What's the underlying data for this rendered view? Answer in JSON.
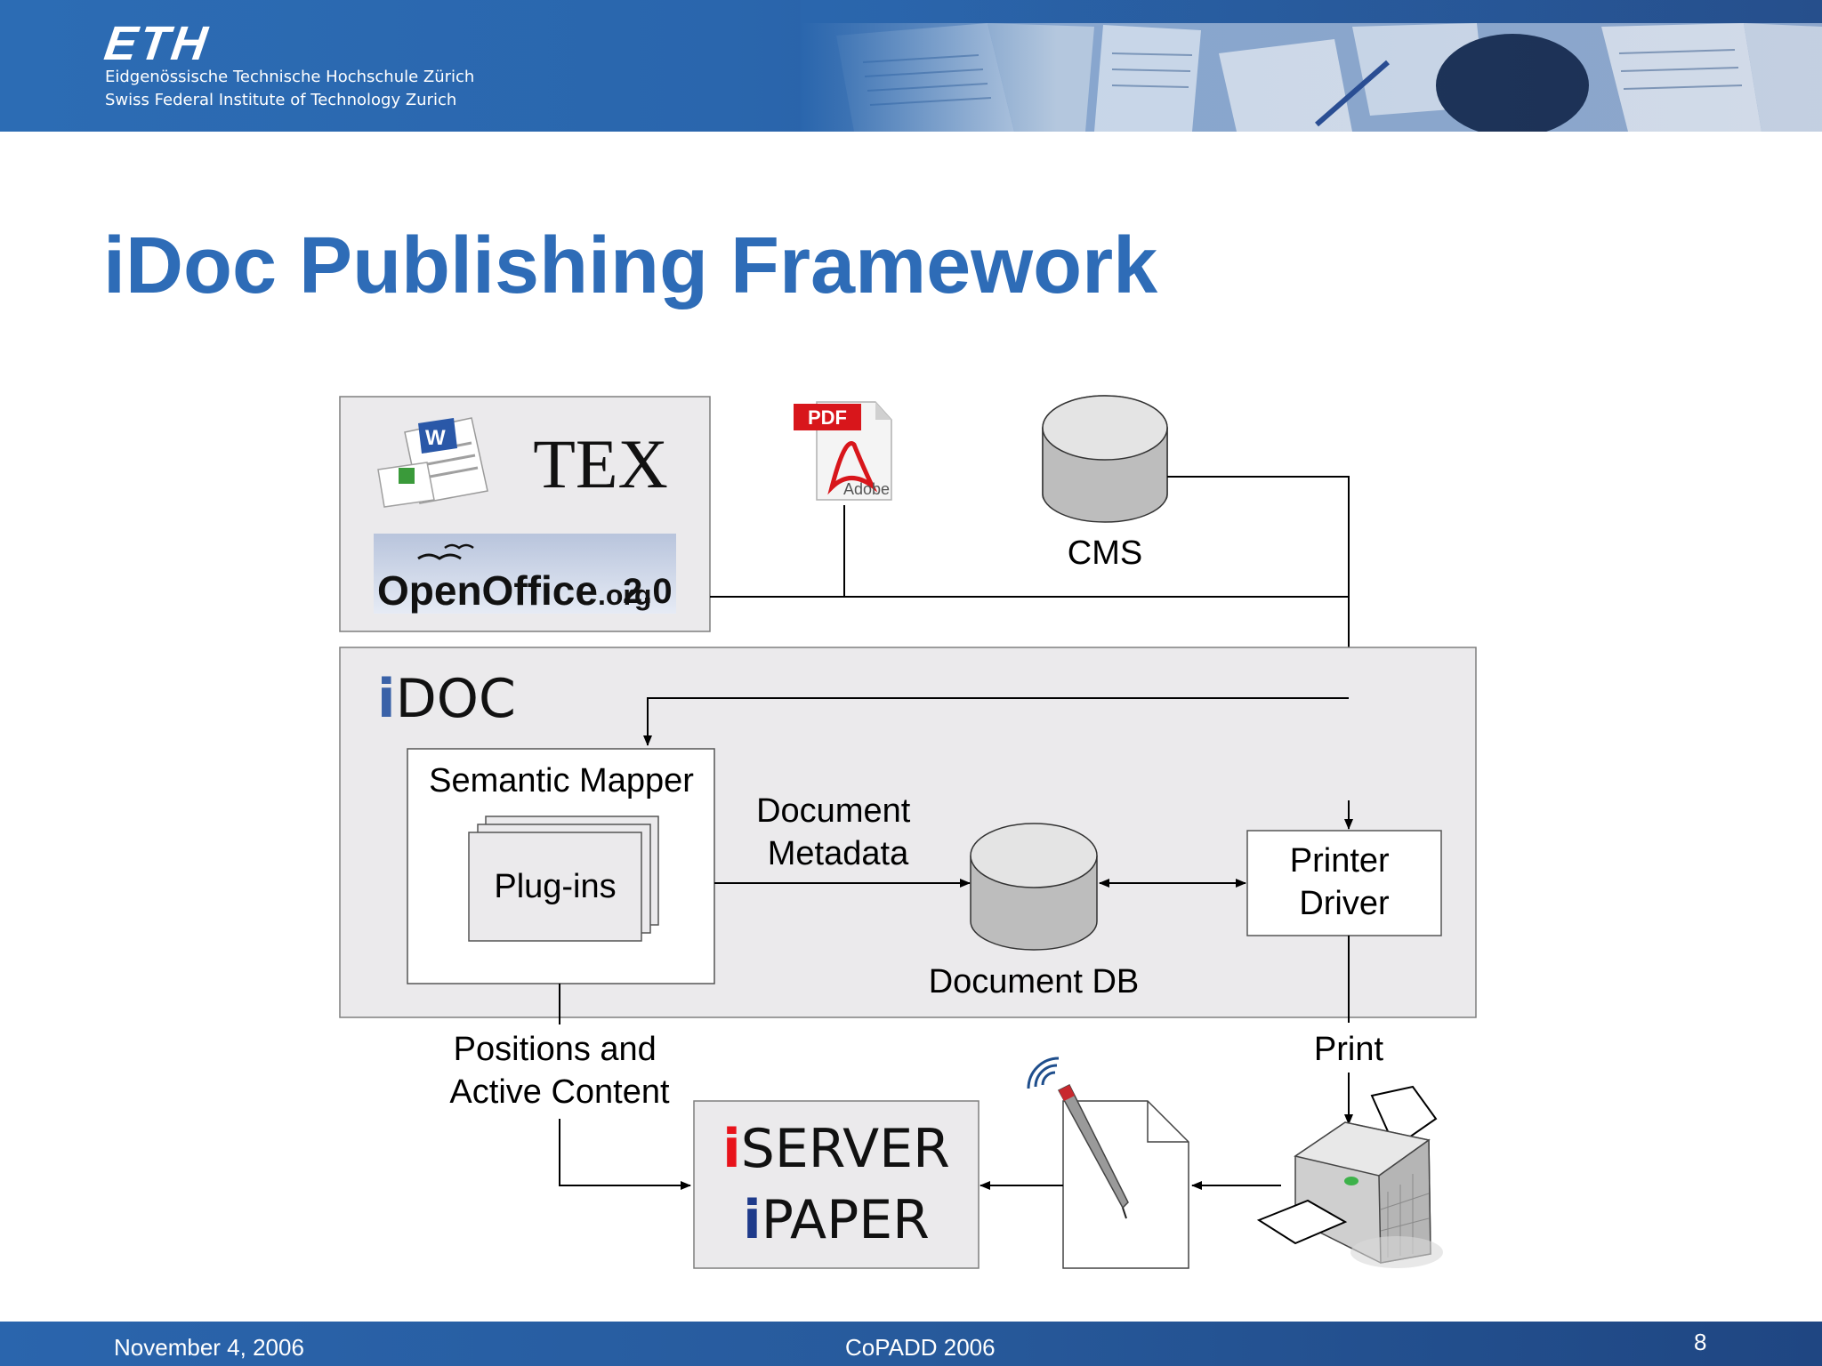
{
  "header": {
    "logo": "ETH",
    "line1": "Eidgenössische Technische Hochschule Zürich",
    "line2": "Swiss Federal Institute of Technology Zurich"
  },
  "title": "iDoc Publishing Framework",
  "sources": {
    "tex": "TEX",
    "openoffice_brand": "OpenOffice",
    "openoffice_suffix": ".org",
    "openoffice_version": "2.0",
    "pdf_badge": "PDF",
    "adobe_label": "Adobe",
    "cms_label": "CMS"
  },
  "idoc": {
    "logo_i": "i",
    "logo_rest": "DOC",
    "semantic_mapper": "Semantic Mapper",
    "plugins": "Plug-ins",
    "metadata_line1": "Document",
    "metadata_line2": "Metadata",
    "document_db": "Document DB",
    "printer_line1": "Printer",
    "printer_line2": "Driver"
  },
  "flow": {
    "positions_line1": "Positions and",
    "positions_line2": "Active Content",
    "print": "Print",
    "iserver_i": "i",
    "iserver_rest": "SERVER",
    "ipaper_i": "i",
    "ipaper_rest": "PAPER"
  },
  "footer": {
    "date": "November 4, 2006",
    "conference": "CoPADD  2006",
    "page": "8"
  },
  "colors": {
    "title_blue": "#2e6cb7",
    "header_blue": "#2a66ad",
    "box_gray": "#ebeaec",
    "iserver_red": "#e8131b",
    "ipaper_blue": "#1e3a8a",
    "idoc_blue": "#3a62a8"
  }
}
